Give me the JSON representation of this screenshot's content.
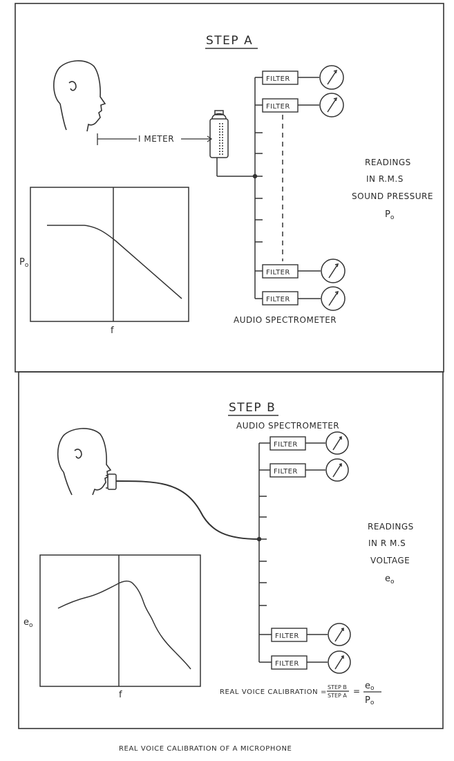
{
  "step_a": {
    "title": "STEP A",
    "distance_label": "I METER",
    "filter_label": "FILTER",
    "spectrometer_label": "AUDIO SPECTROMETER",
    "readings": [
      "READINGS",
      "IN R.M.S",
      "SOUND PRESSURE",
      "P"
    ],
    "readings_subscript": "o",
    "graph": {
      "ylabel": "P",
      "ylabel_sub": "o",
      "xlabel": "f"
    }
  },
  "step_b": {
    "title": "STEP B",
    "spectrometer_label": "AUDIO SPECTROMETER",
    "filter_label": "FILTER",
    "readings": [
      "READINGS",
      "IN R M.S",
      "VOLTAGE",
      "e"
    ],
    "readings_subscript": "o",
    "graph": {
      "ylabel": "e",
      "ylabel_sub": "o",
      "xlabel": "f"
    },
    "formula": {
      "label": "REAL VOICE CALIBRATION =",
      "ratio_num": "STEP B",
      "ratio_den": "STEP A",
      "eq": "=",
      "num": "e",
      "num_sub": "o",
      "den": "P",
      "den_sub": "o"
    }
  },
  "caption": "REAL VOICE CALIBRATION OF A MICROPHONE"
}
